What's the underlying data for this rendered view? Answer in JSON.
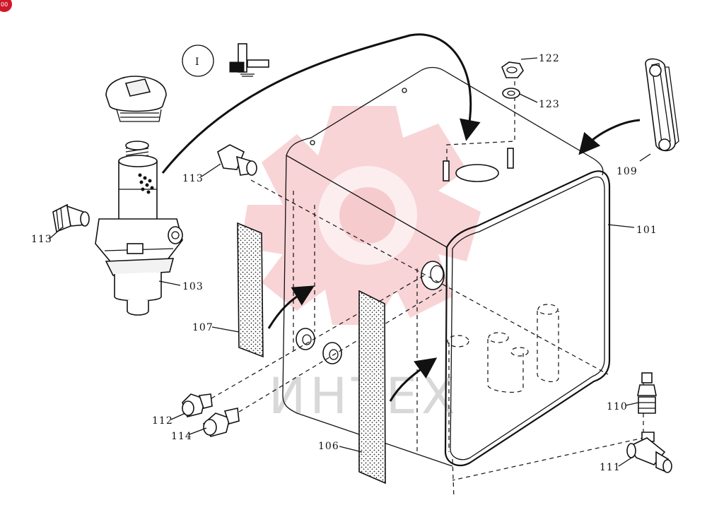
{
  "diagram": {
    "callout_circle": "I",
    "labels": {
      "p101": "101",
      "p103": "103",
      "p106": "106",
      "p107": "107",
      "p109": "109",
      "p110": "110",
      "p111": "111",
      "p112": "112",
      "p113a": "113",
      "p113b": "113",
      "p114": "114",
      "p122": "122",
      "p123": "123"
    },
    "watermark_text": "ИНТЕХ",
    "corner_badge": "00"
  }
}
